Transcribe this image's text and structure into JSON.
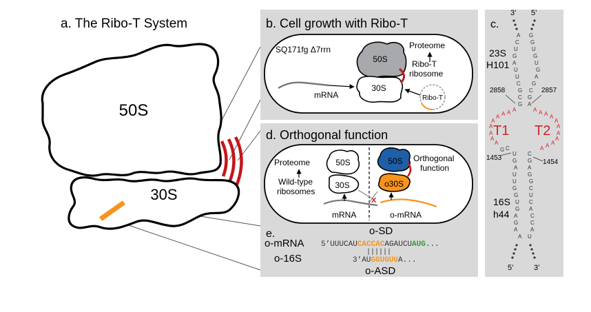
{
  "panel_a": {
    "title": "a. The Ribo-T System",
    "large_subunit": "50S",
    "small_subunit": "30S"
  },
  "panel_b": {
    "title": "b. Cell growth with Ribo-T",
    "strain": "SQ171fg  Δ7rrn",
    "large_subunit": "50S",
    "small_subunit": "30S",
    "mrna": "mRNA",
    "proteome": "Proteome",
    "ribo_t_ribosome_line1": "Ribo-T",
    "ribo_t_ribosome_line2": "ribosome",
    "plasmid": "Ribo-T"
  },
  "panel_c": {
    "title": "c.",
    "top_left_end": "3’",
    "top_right_end": "5’",
    "helix_top_line1": "23S",
    "helix_top_line2": "H101",
    "pos_2858": "2858",
    "pos_2857": "2857",
    "tether1": "T1",
    "tether2": "T2",
    "pos_1453": "1453",
    "pos_1454": "1454",
    "helix_bottom_line1": "16S",
    "helix_bottom_line2": "h44",
    "bottom_left_end": "5’",
    "bottom_right_end": "3’",
    "colors": {
      "tether": "#d2232a",
      "panel_bg": "#d9d9d9"
    }
  },
  "panel_d": {
    "title": "d. Orthogonal function",
    "proteome": "Proteome",
    "wt_line1": "Wild-type",
    "wt_line2": "ribosomes",
    "large_subunit": "50S",
    "small_subunit": "30S",
    "mrna": "mRNA",
    "orth_large": "50S",
    "orth_small": "o30S",
    "orth_function_line1": "Orthogonal",
    "orth_function_line2": "function",
    "o_mrna": "o-mRNA",
    "blocked": "x",
    "colors": {
      "orth_50s": "#1f5fa8",
      "orth_30s": "#f7941d"
    }
  },
  "panel_e": {
    "title": "e.",
    "o_sd_label": "o-SD",
    "o_mrna_label": "o-mRNA",
    "mrna_5prime": "5’UUUCAU",
    "mrna_sd": "CACCAC",
    "mrna_mid": "AGAUCU",
    "mrna_start": "AUG",
    "mrna_tail": "...",
    "pairing": "||||||",
    "o_16s_label": "o-16S",
    "rrna_3prime": "3’AU",
    "rrna_asd": "GGUGUU",
    "rrna_tail": "A...",
    "o_asd_label": "o-ASD",
    "colors": {
      "sd": "#f7941d",
      "start": "#2e9a3e"
    }
  }
}
